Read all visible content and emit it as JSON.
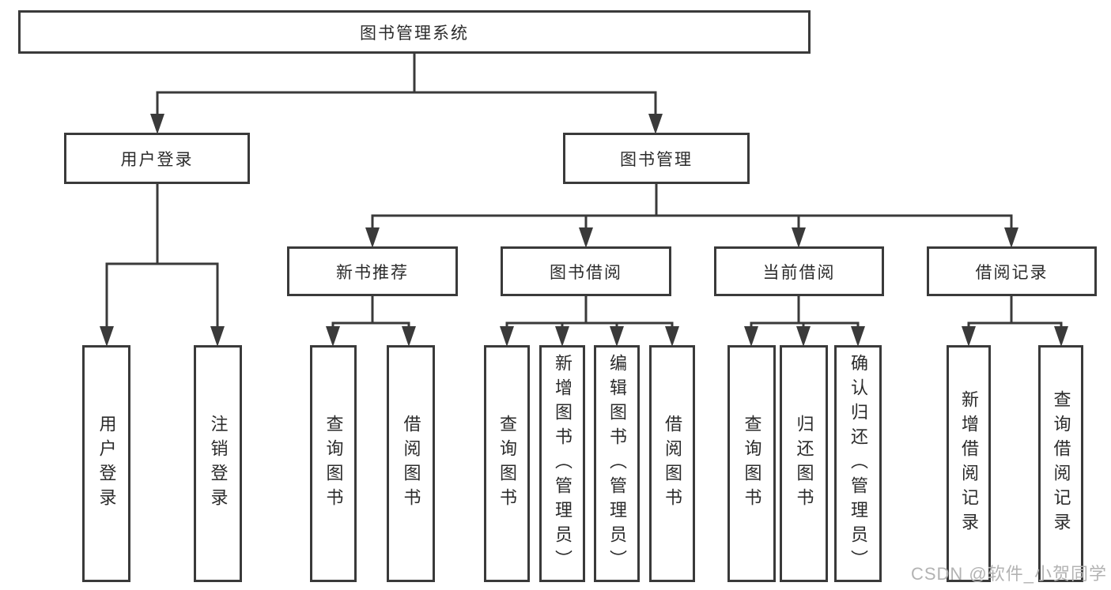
{
  "colors": {
    "line": "#3a3a3a",
    "text": "#2b2b2b",
    "watermark": "#b3b3b3",
    "bg": "#ffffff"
  },
  "structure": {
    "root": "图书管理系统",
    "children": [
      {
        "label": "用户登录",
        "children": [
          "用户登录",
          "注销登录"
        ]
      },
      {
        "label": "图书管理",
        "children": [
          {
            "label": "新书推荐",
            "children": [
              "查询图书",
              "借阅图书"
            ]
          },
          {
            "label": "图书借阅",
            "children": [
              "查询图书",
              "新增图书（管理员）",
              "编辑图书（管理员）",
              "借阅图书"
            ]
          },
          {
            "label": "当前借阅",
            "children": [
              "查询图书",
              "归还图书",
              "确认归还（管理员）"
            ]
          },
          {
            "label": "借阅记录",
            "children": [
              "新增借阅记录",
              "查询借阅记录"
            ]
          }
        ]
      }
    ]
  },
  "watermark": {
    "text": "CSDN @软件_小贺同学"
  }
}
